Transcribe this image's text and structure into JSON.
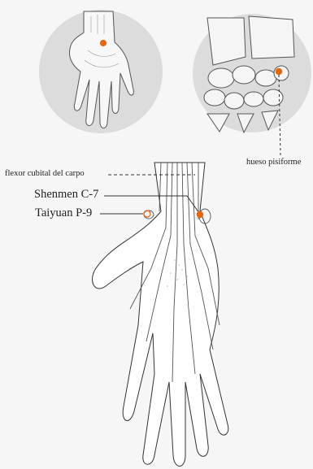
{
  "labels": {
    "flexor": "flexor cubital del carpo",
    "shenmen": "Shenmen C-7",
    "taiyuan": "Taiyuan P-9",
    "pisiforme": "hueso pisiforme"
  },
  "colors": {
    "background": "#f6f6f6",
    "circle_fill": "#dcdcdc",
    "line": "#3a3a3a",
    "point": "#e8650f",
    "point_outline": "#e8650f"
  },
  "icons": {
    "hand_inset": "palm-hand-with-point",
    "wrist_inset": "wrist-bones-with-point",
    "main_hand": "palm-anatomy-tendons"
  }
}
